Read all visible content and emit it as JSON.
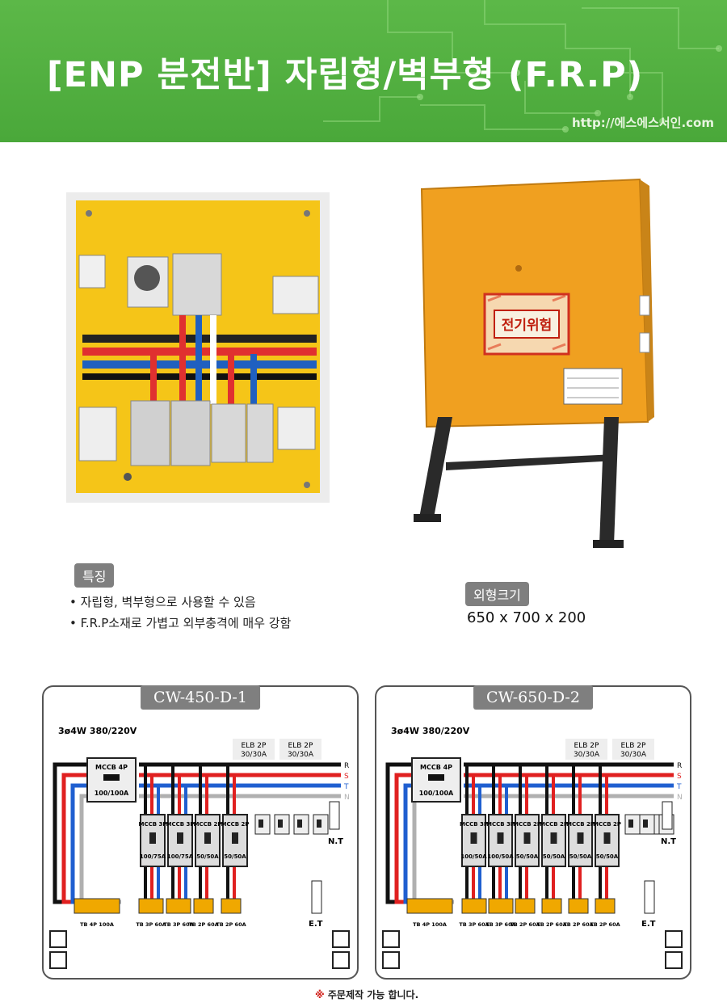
{
  "banner": {
    "title": "[ENP 분전반] 자립형/벽부형 (F.R.P)",
    "url": "http://에스에스서인.com"
  },
  "photos": {
    "cabinet_sign": "전기위험"
  },
  "features": {
    "label": "특징",
    "items": [
      "• 자립형, 벽부형으로 사용할 수 있음",
      "• F.R.P소재로 가볍고 외부충격에 매우 강함"
    ]
  },
  "size": {
    "label": "외형크기",
    "value": "650 x 700 x 200"
  },
  "diagrams": [
    {
      "title": "CW-450-D-1",
      "supply": "3ø4W   380/220V",
      "main_breaker": "MCCB 4P",
      "main_rating": "100/100A",
      "elb_labels": [
        "ELB 2P\n30/30A",
        "ELB 2P\n30/30A"
      ],
      "branches": [
        {
          "name": "MCCB 3P",
          "rating": "100/75A"
        },
        {
          "name": "MCCB 3P",
          "rating": "100/75A"
        },
        {
          "name": "MCCB 2P",
          "rating": "50/50A"
        },
        {
          "name": "MCCB 2P",
          "rating": "50/50A"
        }
      ],
      "terminals": [
        "TB 4P 100A",
        "TB 3P 60A",
        "TB 3P 60A",
        "TB 2P 60A",
        "TB 2P 60A"
      ],
      "phases": [
        "R",
        "S",
        "T",
        "N"
      ],
      "nt": "N.T",
      "et": "E.T"
    },
    {
      "title": "CW-650-D-2",
      "supply": "3ø4W   380/220V",
      "main_breaker": "MCCB 4P",
      "main_rating": "100/100A",
      "elb_labels": [
        "ELB 2P\n30/30A",
        "ELB 2P\n30/30A"
      ],
      "branches": [
        {
          "name": "MCCB 3P",
          "rating": "100/50A"
        },
        {
          "name": "MCCB 3P",
          "rating": "100/50A"
        },
        {
          "name": "MCCB 2P",
          "rating": "50/50A"
        },
        {
          "name": "MCCB 2P",
          "rating": "50/50A"
        },
        {
          "name": "MCCB 2P",
          "rating": "50/50A"
        },
        {
          "name": "MCCB 2P",
          "rating": "50/50A"
        }
      ],
      "terminals": [
        "TB 4P 100A",
        "TB 3P 60A",
        "TB 3P 60A",
        "TB 2P 60A",
        "TB 2P 60A",
        "TB 2P 60A",
        "TB 2P 60A"
      ],
      "phases": [
        "R",
        "S",
        "T",
        "N"
      ],
      "nt": "N.T",
      "et": "E.T"
    }
  ],
  "note": {
    "mark": "※",
    "text": "주문제작 가능 합니다."
  },
  "colors": {
    "banner": "#4aa83a",
    "panel": "#f5c518",
    "cabinet": "#f0a020",
    "phase_r": "#111111",
    "phase_s": "#e02020",
    "phase_t": "#1f5fd0",
    "phase_n": "#b0b0b0"
  }
}
